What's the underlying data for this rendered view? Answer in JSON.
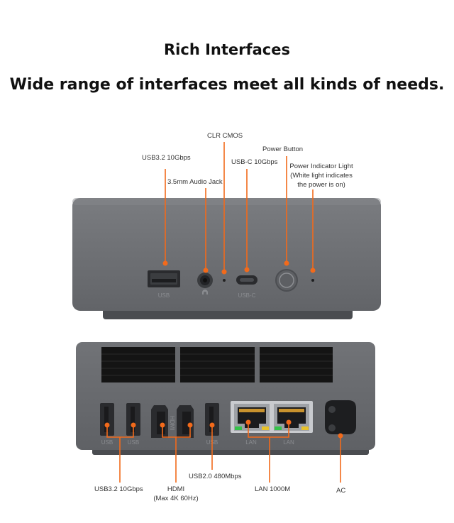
{
  "heading": "Rich Interfaces",
  "subheading": "Wide range of interfaces meet all kinds of needs.",
  "colors": {
    "accent": "#f26a1b",
    "device_body": "#6a6c70",
    "device_base": "#4e5054",
    "led_green": "#35c24a"
  },
  "front_panel": {
    "callouts": {
      "usb": "USB3.2 10Gbps",
      "audio": "3.5mm Audio Jack",
      "clr_cmos": "CLR CMOS",
      "usb_c": "USB-C 10Gbps",
      "power_button": "Power Button",
      "power_led_line1": "Power Indicator Light",
      "power_led_line2": "(White light indicates",
      "power_led_line3": "the power is on)"
    },
    "engravings": {
      "usb": "USB",
      "usb_c": "USB-C"
    }
  },
  "rear_panel": {
    "callouts": {
      "usb": "USB3.2 10Gbps",
      "hdmi_line1": "HDMI",
      "hdmi_line2": "(Max 4K 60Hz)",
      "usb2": "USB2.0 480Mbps",
      "lan": "LAN 1000M",
      "ac": "AC"
    },
    "engravings": {
      "usb": "USB",
      "hdmi": "HDMI",
      "lan": "LAN"
    }
  }
}
